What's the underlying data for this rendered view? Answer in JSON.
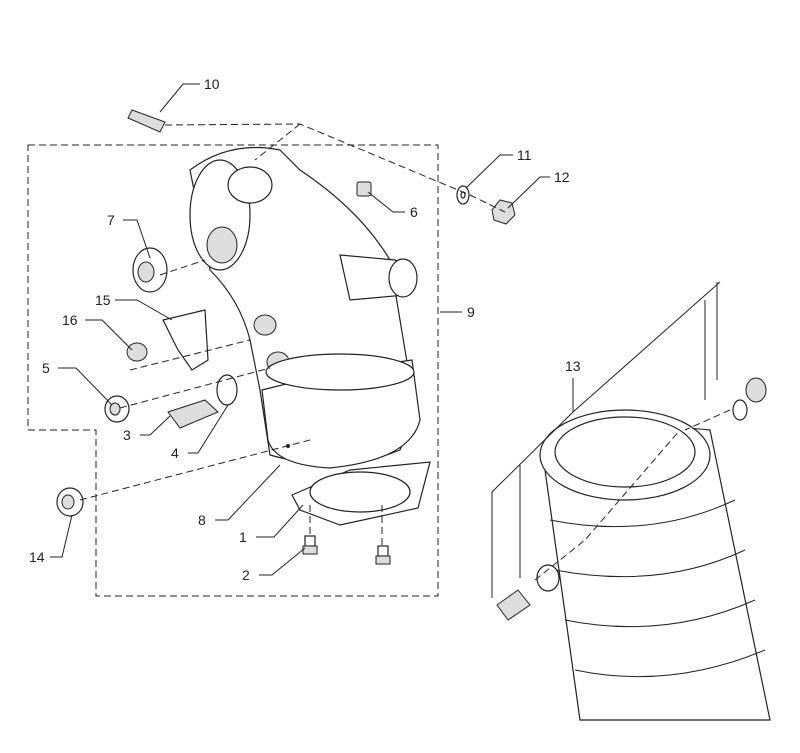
{
  "diagram": {
    "callouts": [
      {
        "id": "10",
        "label": "10"
      },
      {
        "id": "11",
        "label": "11"
      },
      {
        "id": "12",
        "label": "12"
      },
      {
        "id": "6",
        "label": "6"
      },
      {
        "id": "7",
        "label": "7"
      },
      {
        "id": "15",
        "label": "15"
      },
      {
        "id": "16",
        "label": "16"
      },
      {
        "id": "9",
        "label": "9"
      },
      {
        "id": "5",
        "label": "5"
      },
      {
        "id": "3",
        "label": "3"
      },
      {
        "id": "4",
        "label": "4"
      },
      {
        "id": "8",
        "label": "8"
      },
      {
        "id": "1",
        "label": "1"
      },
      {
        "id": "2",
        "label": "2"
      },
      {
        "id": "14",
        "label": "14"
      },
      {
        "id": "13",
        "label": "13"
      }
    ]
  }
}
